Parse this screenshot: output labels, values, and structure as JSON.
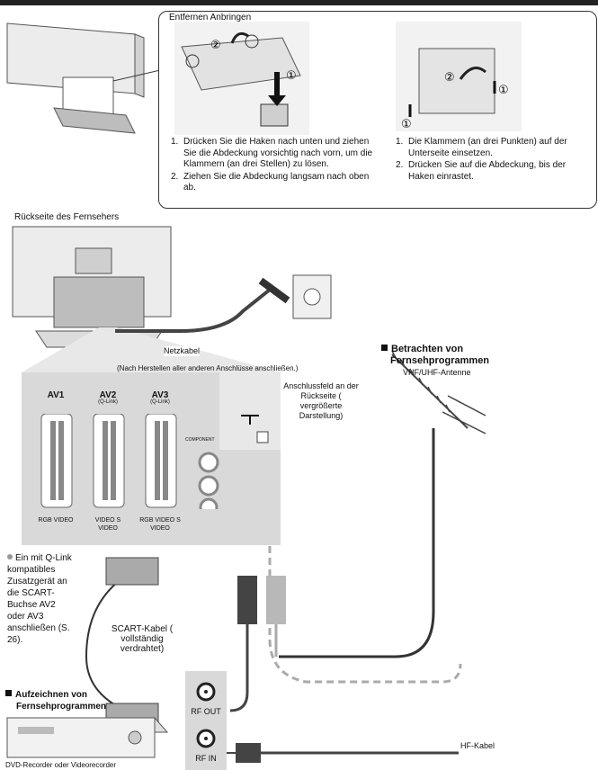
{
  "cover_panel": {
    "title": "Entfernen Anbringen",
    "left_steps": [
      {
        "num": "1.",
        "text": "Drücken Sie die Haken nach unten und ziehen Sie die Abdeckung vorsichtig nach vorn, um die Klammern (an drei Stellen) zu lösen."
      },
      {
        "num": "2.",
        "text": "Ziehen Sie die Abdeckung langsam nach oben ab."
      }
    ],
    "right_steps": [
      {
        "num": "1.",
        "text": "Die Klammern (an drei Punkten) auf der Unterseite einsetzen."
      },
      {
        "num": "2.",
        "text": "Drücken Sie auf die Abdeckung, bis der Haken einrastet."
      }
    ],
    "markers": {
      "one": "①",
      "two": "②"
    }
  },
  "rear_label": "Rückseite des Fernsehers",
  "power": {
    "cable_label": "Netzkabel",
    "note": "(Nach Herstellen aller anderen Anschlüsse anschließen.)"
  },
  "terminal": {
    "label": "Anschlussfeld an der Rückseite ( vergrößerte Darstellung)",
    "jacks": [
      {
        "name": "AV1",
        "sub": "",
        "caption": "RGB VIDEO"
      },
      {
        "name": "AV2",
        "sub": "(Q-Link)",
        "caption": "VIDEO S VIDEO"
      },
      {
        "name": "AV3",
        "sub": "(Q-Link)",
        "caption": "RGB VIDEO S VIDEO"
      }
    ],
    "component_label": "COMPONENT"
  },
  "antenna": {
    "heading_line1": "Betrachten von",
    "heading_line2": "Fernsehprogrammen",
    "antenna_label": "VHF/UHF-Antenne"
  },
  "qlink_note": "Ein mit Q-Link kompatibles Zusatzgerät an die SCART-Buchse AV2 oder AV3 anschließen (S. 26).",
  "scart_cable": "SCART-Kabel ( vollständig verdrahtet)",
  "recording": {
    "heading_line1": "Aufzeichnen von",
    "heading_line2": "Fernsehprogrammen",
    "device_label": "DVD-Recorder oder Videorecorder"
  },
  "rf": {
    "out": "RF OUT",
    "in": "RF IN"
  },
  "hf_cable": "HF-Kabel",
  "colors": {
    "panel_gray": "#d9d9d9",
    "line": "#333333",
    "dashed": "#aaaaaa",
    "plug_dark": "#444444",
    "plug_light": "#b8b8b8"
  }
}
